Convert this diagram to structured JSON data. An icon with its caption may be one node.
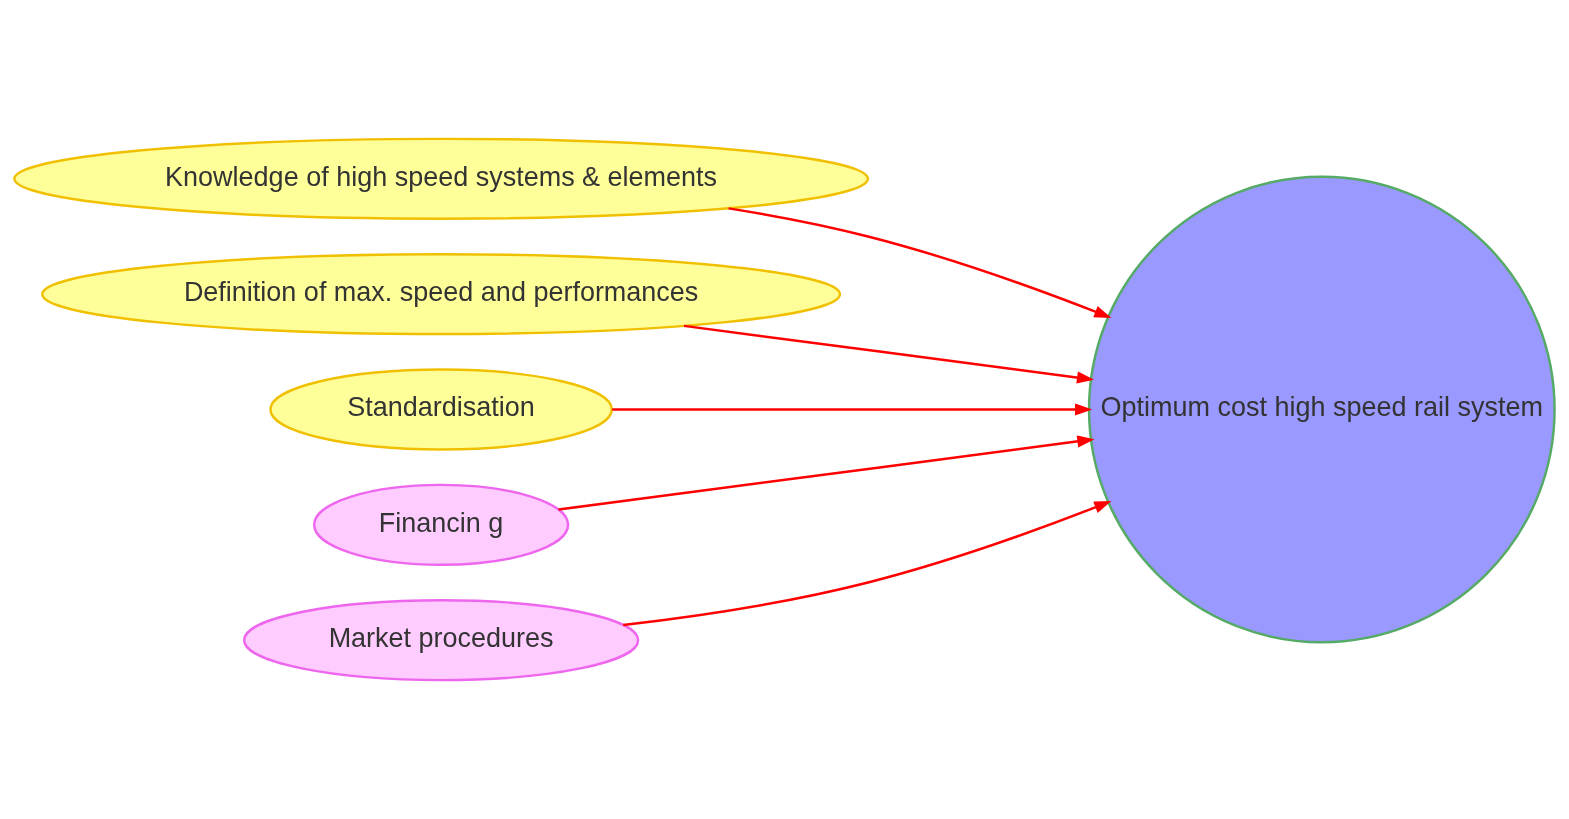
{
  "diagram": {
    "nodes": [
      {
        "text": [
          "Knowledge of high speed systems & elements"
        ]
      },
      {
        "text": [
          "Optimum cost high speed rail system"
        ]
      },
      {
        "text": [
          "Definition of max. speed and performances"
        ]
      },
      {
        "text": [
          "Standardisation"
        ]
      },
      {
        "text": [
          "Financin g"
        ]
      },
      {
        "text": [
          "Market procedures"
        ]
      }
    ],
    "edges": [
      {
        "from": 0,
        "to": 1,
        "arrow": "to"
      },
      {
        "from": 2,
        "to": 1,
        "arrow": "to"
      },
      {
        "from": 3,
        "to": 1,
        "arrow": "to"
      },
      {
        "from": 4,
        "to": 1,
        "arrow": "to"
      },
      {
        "from": 5,
        "to": 1,
        "arrow": "to"
      }
    ]
  }
}
